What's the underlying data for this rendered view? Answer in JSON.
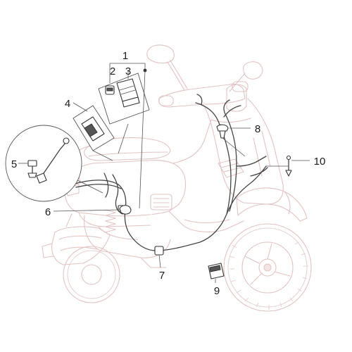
{
  "diagram": {
    "callouts": {
      "c1": "1",
      "c2": "2",
      "c3": "3",
      "c4": "4",
      "c5": "5",
      "c6": "6",
      "c7": "7",
      "c8": "8",
      "c9": "9",
      "c10": "10"
    },
    "colors": {
      "ghost_outline": "#e3c3c3",
      "harness": "#444444",
      "leader": "#555555",
      "callout_text": "#1a1a1a"
    }
  }
}
